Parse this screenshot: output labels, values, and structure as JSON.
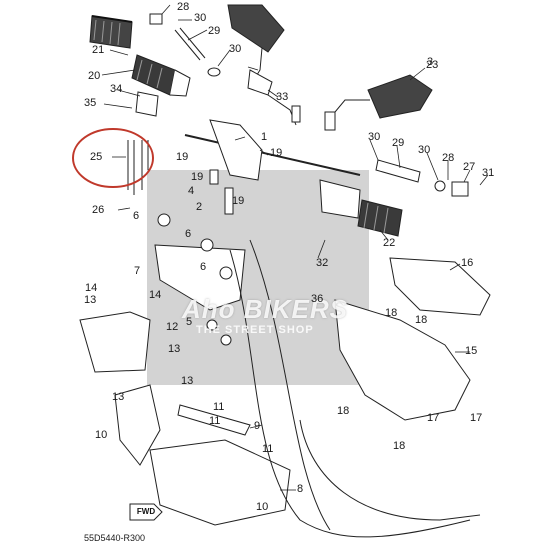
{
  "diagram": {
    "part_labels": [
      {
        "id": "l1",
        "text": "1"
      },
      {
        "id": "l2",
        "text": "2"
      },
      {
        "id": "l3",
        "text": "3"
      },
      {
        "id": "l4",
        "text": "4"
      },
      {
        "id": "l5",
        "text": "5"
      },
      {
        "id": "l6a",
        "text": "6"
      },
      {
        "id": "l6b",
        "text": "6"
      },
      {
        "id": "l6c",
        "text": "6"
      },
      {
        "id": "l7",
        "text": "7"
      },
      {
        "id": "l8",
        "text": "8"
      },
      {
        "id": "l9",
        "text": "9"
      },
      {
        "id": "l10a",
        "text": "10"
      },
      {
        "id": "l10b",
        "text": "10"
      },
      {
        "id": "l11a",
        "text": "11"
      },
      {
        "id": "l11b",
        "text": "11"
      },
      {
        "id": "l11c",
        "text": "11"
      },
      {
        "id": "l12",
        "text": "12"
      },
      {
        "id": "l13a",
        "text": "13"
      },
      {
        "id": "l13b",
        "text": "13"
      },
      {
        "id": "l13c",
        "text": "13"
      },
      {
        "id": "l13d",
        "text": "13"
      },
      {
        "id": "l14a",
        "text": "14"
      },
      {
        "id": "l14b",
        "text": "14"
      },
      {
        "id": "l15",
        "text": "15"
      },
      {
        "id": "l16",
        "text": "16"
      },
      {
        "id": "l17a",
        "text": "17"
      },
      {
        "id": "l17b",
        "text": "17"
      },
      {
        "id": "l18a",
        "text": "18"
      },
      {
        "id": "l18b",
        "text": "18"
      },
      {
        "id": "l18c",
        "text": "18"
      },
      {
        "id": "l18d",
        "text": "18"
      },
      {
        "id": "l19a",
        "text": "19"
      },
      {
        "id": "l19b",
        "text": "19"
      },
      {
        "id": "l19c",
        "text": "19"
      },
      {
        "id": "l19d",
        "text": "19"
      },
      {
        "id": "l20",
        "text": "20"
      },
      {
        "id": "l21",
        "text": "21"
      },
      {
        "id": "l22",
        "text": "22"
      },
      {
        "id": "l23",
        "text": "23"
      },
      {
        "id": "l25",
        "text": "25"
      },
      {
        "id": "l26",
        "text": "26"
      },
      {
        "id": "l27",
        "text": "27"
      },
      {
        "id": "l28a",
        "text": "28"
      },
      {
        "id": "l28b",
        "text": "28"
      },
      {
        "id": "l29a",
        "text": "29"
      },
      {
        "id": "l29b",
        "text": "29"
      },
      {
        "id": "l30a",
        "text": "30"
      },
      {
        "id": "l30b",
        "text": "30"
      },
      {
        "id": "l30c",
        "text": "30"
      },
      {
        "id": "l30d",
        "text": "30"
      },
      {
        "id": "l31",
        "text": "31"
      },
      {
        "id": "l32",
        "text": "32"
      },
      {
        "id": "l33",
        "text": "33"
      },
      {
        "id": "l34",
        "text": "34"
      },
      {
        "id": "l35",
        "text": "35"
      },
      {
        "id": "l36",
        "text": "36"
      }
    ],
    "diagram_code": "55D5440-R300",
    "direction_tag": "FWD",
    "watermark": "Aho BIKERS",
    "watermark_sub": "THE STREET SHOP",
    "highlight_color": "#c0392b",
    "watermark_box_color": "#b9b9b9"
  }
}
